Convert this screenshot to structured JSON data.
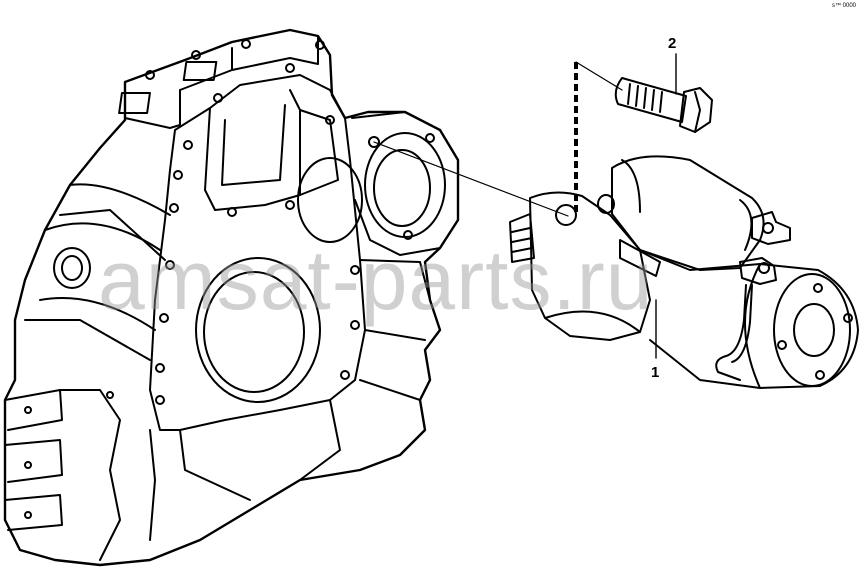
{
  "callouts": [
    {
      "label": "2",
      "part": "bolt"
    },
    {
      "label": "1",
      "part": "starter-motor"
    }
  ],
  "doc_code": "s™ 0000",
  "watermark": "amsat-parts.ru",
  "colors": {
    "line": "#000000",
    "background": "#ffffff",
    "watermark": "#969696"
  }
}
